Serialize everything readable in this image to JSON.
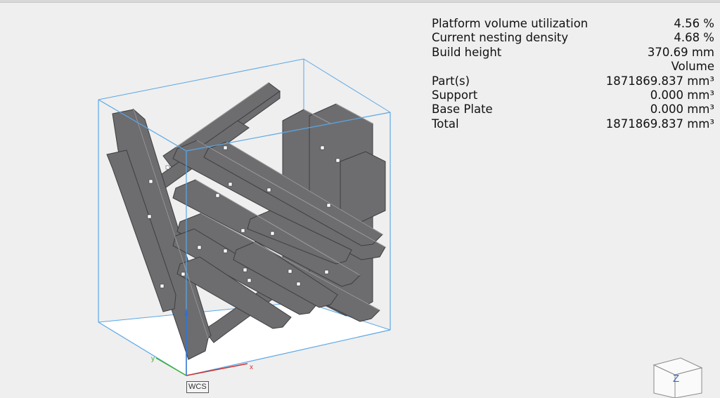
{
  "stats": {
    "platform_volume_utilization": {
      "label": "Platform volume utilization",
      "value": "4.56 %"
    },
    "current_nesting_density": {
      "label": "Current nesting density",
      "value": "4.68 %"
    },
    "build_height": {
      "label": "Build height",
      "value": "370.69 mm"
    },
    "volume_header": "Volume",
    "parts": {
      "label": "Part(s)",
      "value": "1871869.837 mm³"
    },
    "support": {
      "label": "Support",
      "value": "0.000 mm³"
    },
    "base_plate": {
      "label": "Base Plate",
      "value": "0.000 mm³"
    },
    "total": {
      "label": "Total",
      "value": "1871869.837 mm³"
    }
  },
  "wcs_label": "WCS",
  "axes": {
    "x": "x",
    "y": "y",
    "z": "Z"
  },
  "colors": {
    "build_box": "#5aa7e6",
    "part_fill": "#6e6e70",
    "x_axis": "#d03030",
    "y_axis": "#3cb030",
    "z_axis": "#3070d0"
  },
  "icons": {
    "view_cube": "view-cube-icon"
  }
}
